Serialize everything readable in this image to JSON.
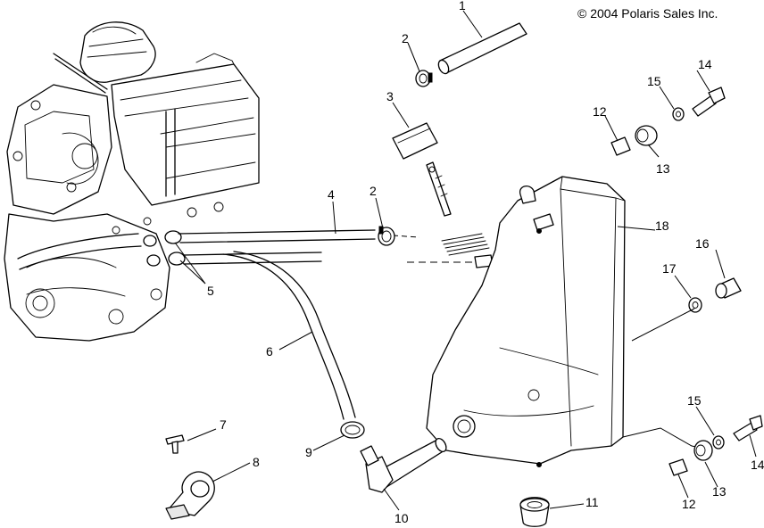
{
  "copyright": "© 2004 Polaris Sales Inc.",
  "callouts": [
    "1",
    "2",
    "3",
    "2",
    "4",
    "5",
    "6",
    "7",
    "8",
    "9",
    "10",
    "11",
    "12",
    "13",
    "14",
    "15",
    "16",
    "17",
    "18",
    "15",
    "14",
    "13",
    "12"
  ]
}
